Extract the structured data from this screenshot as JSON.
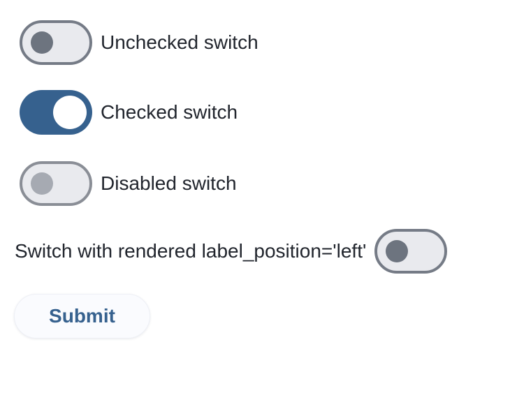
{
  "page": {
    "background": "#ffffff"
  },
  "colors": {
    "primary": "#36618e",
    "on_primary": "#ffffff",
    "label_text": "#21252d",
    "track_off_fill": "#e9eaee",
    "track_off_border": "#757b86",
    "thumb_off": "#6d747f",
    "disabled_track_border": "#8a8e96",
    "disabled_thumb": "#a6aab2",
    "button_background": "#fafbfe",
    "button_text": "#36618e"
  },
  "switches": [
    {
      "label": "Unchecked switch",
      "state": "unchecked",
      "label_position": "right"
    },
    {
      "label": "Checked switch",
      "state": "checked",
      "label_position": "right"
    },
    {
      "label": "Disabled switch",
      "state": "disabled",
      "label_position": "right"
    },
    {
      "label": "Switch with rendered label_position='left'",
      "state": "unchecked",
      "label_position": "left"
    }
  ],
  "submit_button": {
    "label": "Submit"
  }
}
